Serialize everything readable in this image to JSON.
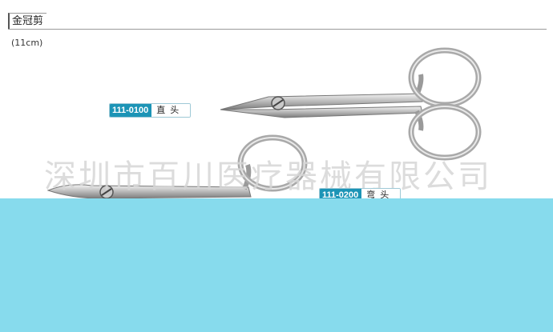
{
  "header": {
    "title": "金冠剪",
    "size": "(11cm)"
  },
  "watermark": "深圳市百川医疗器械有限公司",
  "products": [
    {
      "code": "111-0100",
      "desc": "直头"
    },
    {
      "code": "111-0200",
      "desc": "弯头"
    }
  ],
  "colors": {
    "badge_code_bg": "#1c94b6",
    "overlay": "#87dbed"
  }
}
